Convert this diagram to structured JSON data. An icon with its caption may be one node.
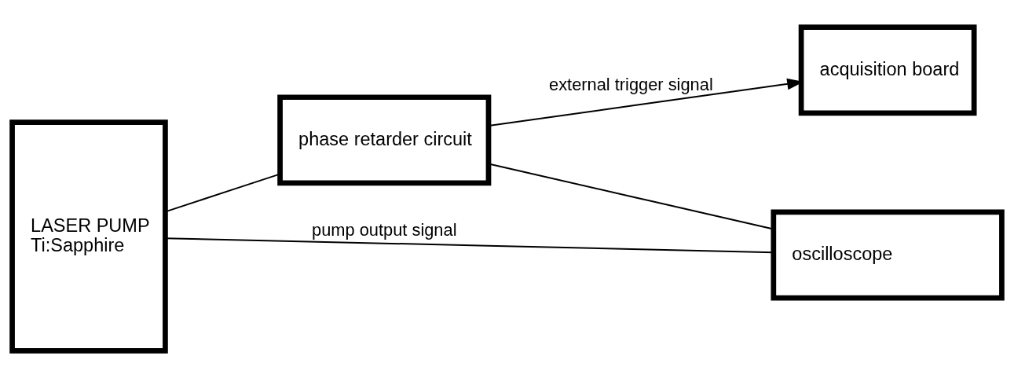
{
  "diagram": {
    "nodes": [
      {
        "text": [
          "LASER PUMP",
          "Ti:Sapphire"
        ]
      },
      {
        "text": [
          "phase retarder circuit"
        ]
      },
      {
        "text": [
          "acquisition board"
        ]
      },
      {
        "text": [
          "oscilloscope"
        ]
      }
    ],
    "edges": [
      {
        "from": 0,
        "to": 1,
        "arrow": "none"
      },
      {
        "from": 0,
        "to": 3,
        "arrow": "none",
        "label": "pump output signal"
      },
      {
        "from": 1,
        "to": 2,
        "arrow": "to",
        "label": "external trigger signal"
      },
      {
        "from": 1,
        "to": 3,
        "arrow": "none"
      }
    ]
  }
}
